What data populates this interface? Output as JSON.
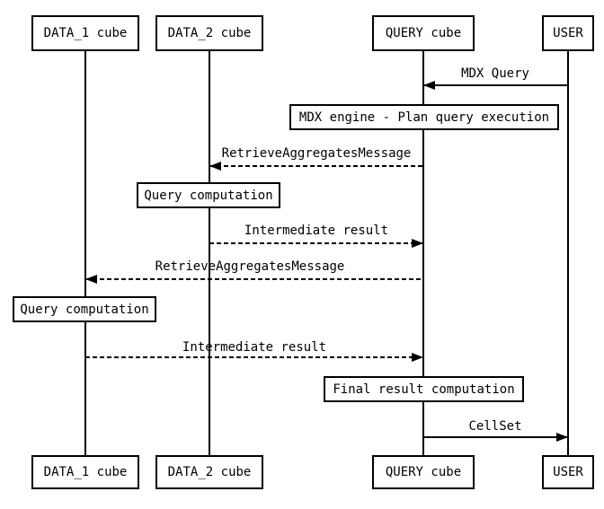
{
  "diagram": {
    "type": "sequence-diagram",
    "background_color": "#ffffff",
    "line_color": "#000000"
  },
  "actors": [
    {
      "label": "DATA_1 cube"
    },
    {
      "label": "DATA_2 cube"
    },
    {
      "label": "QUERY cube"
    },
    {
      "label": "USER"
    }
  ],
  "messages": [
    {
      "label": "MDX Query",
      "from": "USER",
      "to": "QUERY cube",
      "line": "solid",
      "direction": "left"
    },
    {
      "label": "RetrieveAggregatesMessage",
      "from": "QUERY cube",
      "to": "DATA_2 cube",
      "line": "dashed",
      "direction": "left"
    },
    {
      "label": "Intermediate result",
      "from": "DATA_2 cube",
      "to": "QUERY cube",
      "line": "dashed",
      "direction": "right"
    },
    {
      "label": "RetrieveAggregatesMessage",
      "from": "QUERY cube",
      "to": "DATA_1 cube",
      "line": "dashed",
      "direction": "left"
    },
    {
      "label": "Intermediate result",
      "from": "DATA_1 cube",
      "to": "QUERY cube",
      "line": "dashed",
      "direction": "right"
    },
    {
      "label": "CellSet",
      "from": "QUERY cube",
      "to": "USER",
      "line": "solid",
      "direction": "right"
    }
  ],
  "process_boxes": [
    {
      "label": "MDX engine - Plan query execution",
      "on": "QUERY cube"
    },
    {
      "label": "Query computation",
      "on": "DATA_2 cube"
    },
    {
      "label": "Query computation",
      "on": "DATA_1 cube"
    },
    {
      "label": "Final result computation",
      "on": "QUERY cube"
    }
  ]
}
